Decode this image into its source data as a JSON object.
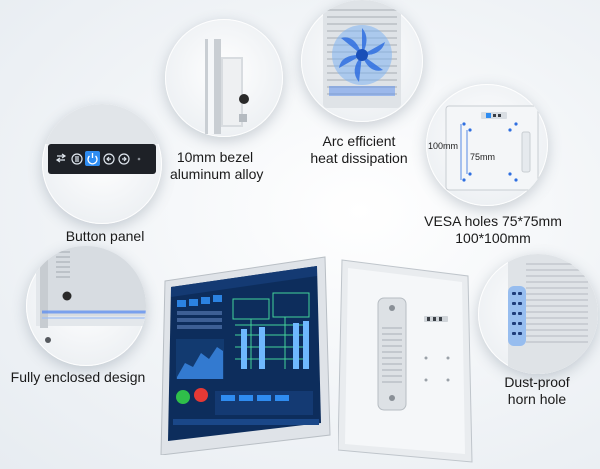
{
  "features": {
    "bezel": {
      "line1": "10mm bezel",
      "line2": "aluminum alloy"
    },
    "heat": {
      "line1": "Arc efficient",
      "line2": "heat dissipation"
    },
    "button": {
      "label": "Button panel"
    },
    "vesa": {
      "line1": "VESA holes 75*75mm",
      "line2": "100*100mm",
      "dim_outer": "100mm",
      "dim_inner": "75mm"
    },
    "enclosed": {
      "label": "Fully enclosed design"
    },
    "dust": {
      "line1": "Dust-proof",
      "line2": "horn hole"
    }
  },
  "colors": {
    "accent_blue": "#2f8cf0",
    "alert_red": "#e53935",
    "ok_green": "#2fbf4a",
    "screen_bg": "#0d2d5c"
  }
}
